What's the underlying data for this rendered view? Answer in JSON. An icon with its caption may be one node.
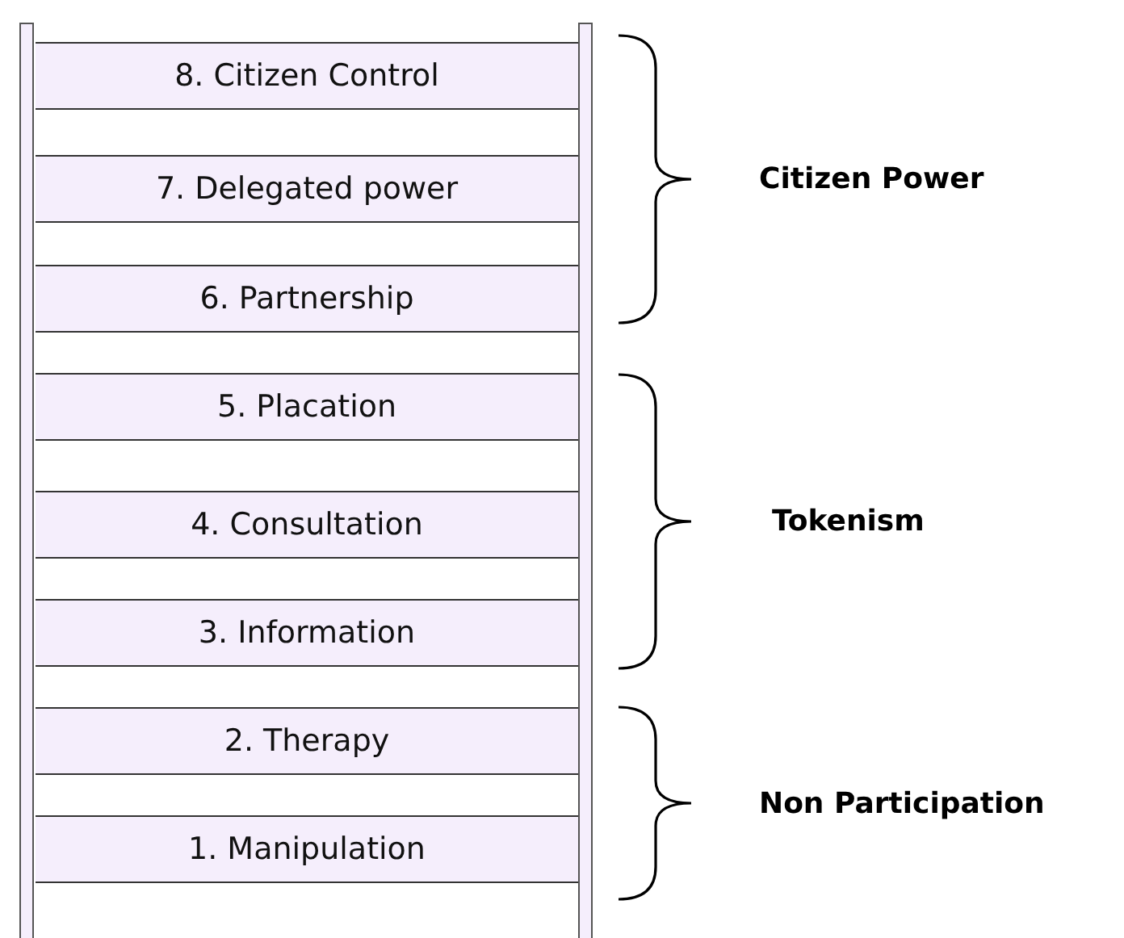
{
  "diagram": {
    "nodes": [
      {
        "text": [
          "8. Citizen Control"
        ]
      },
      {
        "text": [
          "7. Delegated power"
        ]
      },
      {
        "text": [
          "6. Partnership"
        ]
      },
      {
        "text": [
          "5. Placation"
        ]
      },
      {
        "text": [
          "4. Consultation"
        ]
      },
      {
        "text": [
          "3. Information"
        ]
      },
      {
        "text": [
          "2. Therapy"
        ]
      },
      {
        "text": [
          "1. Manipulation"
        ]
      }
    ],
    "edges": [],
    "labels": [
      "Citizen Power",
      "Tokenism",
      "Non Participation"
    ]
  }
}
